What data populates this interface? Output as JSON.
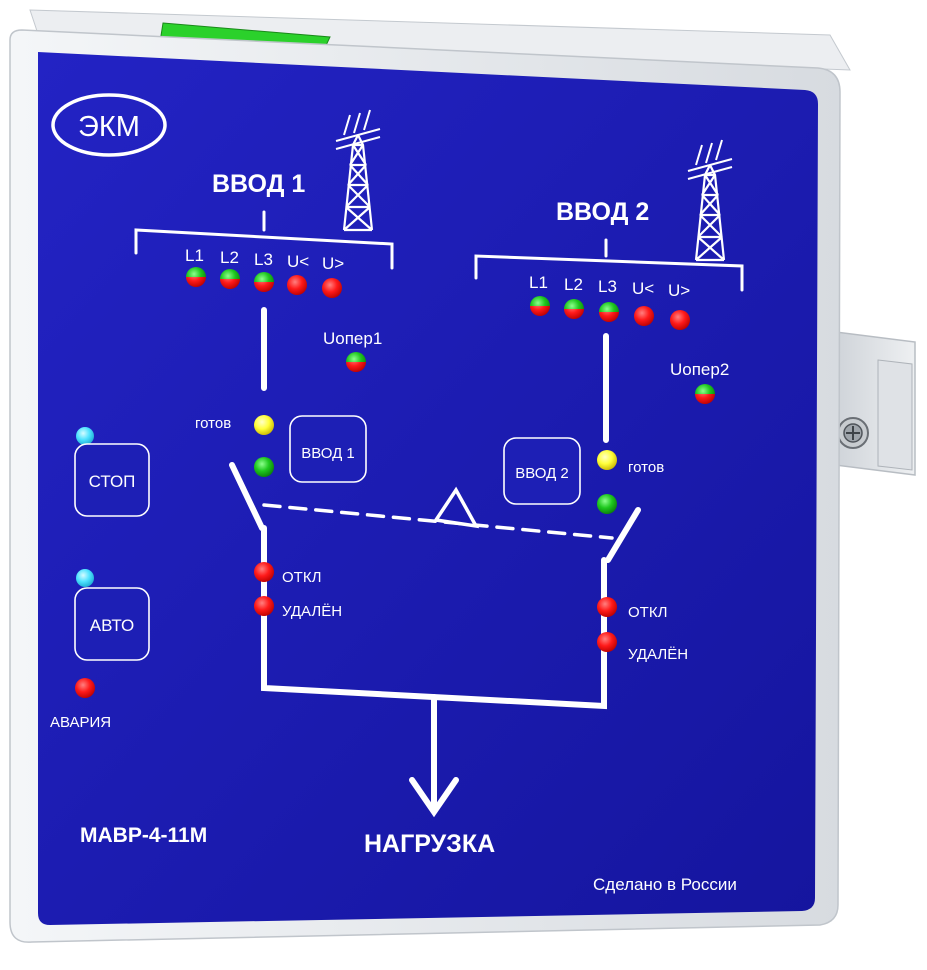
{
  "brand": {
    "logo_text": "ЭКМ"
  },
  "model": "МАВР-4-11М",
  "made_in": "Сделано в России",
  "load_label": "НАГРУЗКА",
  "alarm_label": "АВАРИЯ",
  "input1": {
    "title": "ВВОД 1",
    "phase_labels": [
      "L1",
      "L2",
      "L3",
      "U<",
      "U>"
    ],
    "uoper_label": "Uопер1",
    "ready_label": "готов",
    "button_label": "ВВОД 1",
    "off_label": "ОТКЛ",
    "remote_label": "УДАЛЁН"
  },
  "input2": {
    "title": "ВВОД 2",
    "phase_labels": [
      "L1",
      "L2",
      "L3",
      "U<",
      "U>"
    ],
    "uoper_label": "Uопер2",
    "ready_label": "готов",
    "button_label": "ВВОД 2",
    "off_label": "ОТКЛ",
    "remote_label": "УДАЛЁН"
  },
  "buttons": {
    "stop_label": "СТОП",
    "auto_label": "АВТО"
  },
  "colors": {
    "panel_blue": "#1a1ab0",
    "led_red": "#ff1a1a",
    "led_green": "#1ec81e",
    "led_yellow": "#ffff3a",
    "led_cyan": "#4fe3ff",
    "clip_green": "#2bd12b"
  }
}
